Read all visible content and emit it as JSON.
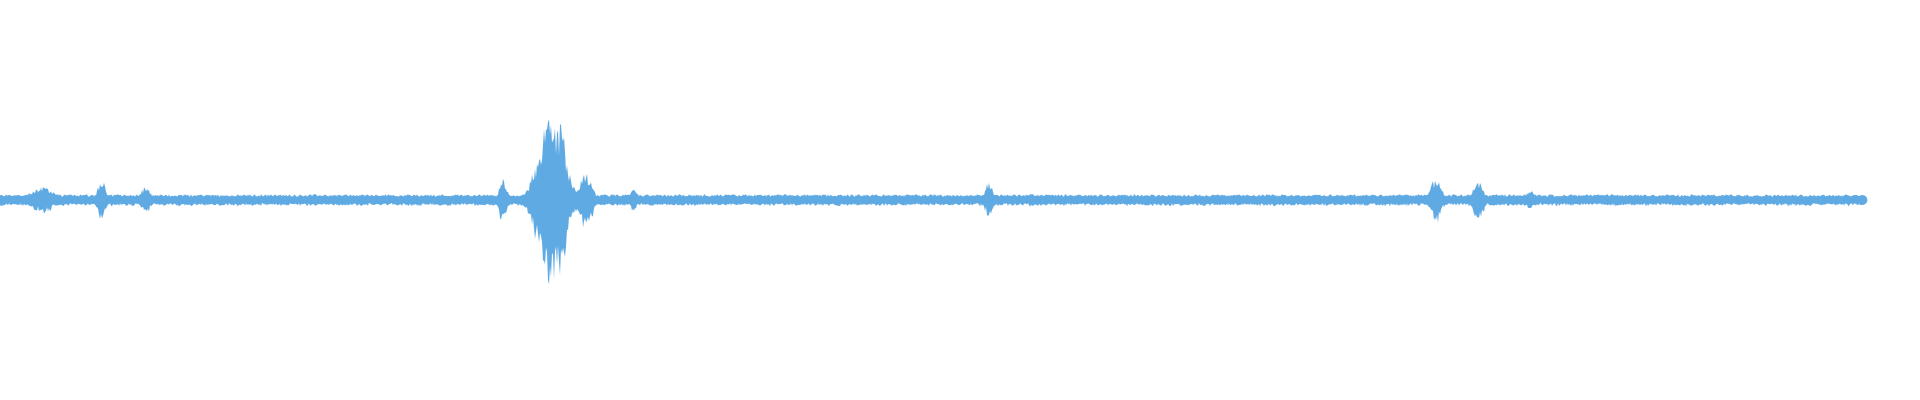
{
  "waveform": {
    "color": "#5faae3",
    "background": "#ffffff",
    "baseline_amplitude": 0.035,
    "bursts": [
      {
        "center": 0.022,
        "width": 0.01,
        "amplitude": 0.1
      },
      {
        "center": 0.053,
        "width": 0.003,
        "amplitude": 0.17
      },
      {
        "center": 0.076,
        "width": 0.004,
        "amplitude": 0.11
      },
      {
        "center": 0.262,
        "width": 0.003,
        "amplitude": 0.17
      },
      {
        "center": 0.287,
        "width": 0.01,
        "amplitude": 0.64
      },
      {
        "center": 0.292,
        "width": 0.004,
        "amplitude": 0.62
      },
      {
        "center": 0.305,
        "width": 0.005,
        "amplitude": 0.22
      },
      {
        "center": 0.33,
        "width": 0.003,
        "amplitude": 0.09
      },
      {
        "center": 0.515,
        "width": 0.003,
        "amplitude": 0.14
      },
      {
        "center": 0.537,
        "width": 0.002,
        "amplitude": 0.07
      },
      {
        "center": 0.748,
        "width": 0.004,
        "amplitude": 0.18
      },
      {
        "center": 0.77,
        "width": 0.004,
        "amplitude": 0.16
      },
      {
        "center": 0.797,
        "width": 0.003,
        "amplitude": 0.08
      }
    ],
    "end": 0.97
  }
}
